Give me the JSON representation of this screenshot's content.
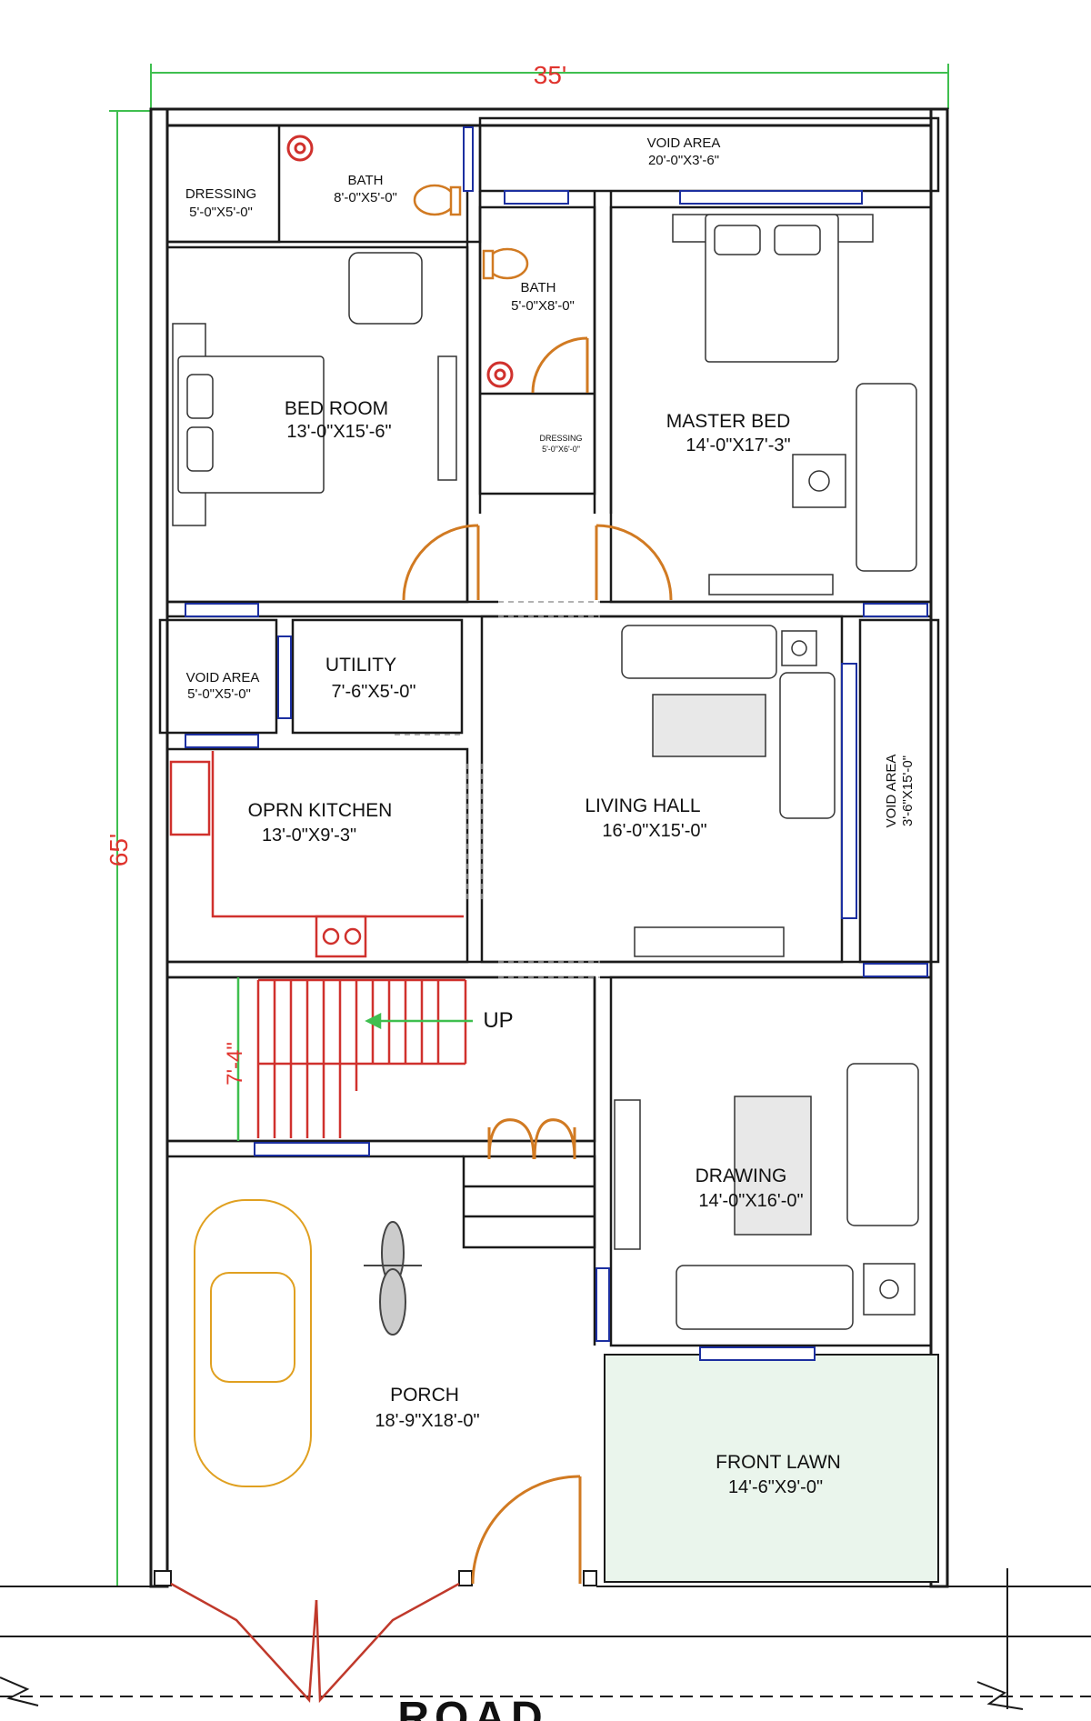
{
  "plan": {
    "overall_width": "35'",
    "overall_depth": "65'",
    "road_label": "ROAD",
    "stair_dim": "7'-4\"",
    "stair_up": "UP"
  },
  "rooms": {
    "dressing1": {
      "name": "DRESSING",
      "dim": "5'-0\"X5'-0\""
    },
    "bath1": {
      "name": "BATH",
      "dim": "8'-0\"X5'-0\""
    },
    "void_top": {
      "name": "VOID AREA",
      "dim": "20'-0\"X3'-6\""
    },
    "bath2": {
      "name": "BATH",
      "dim": "5'-0\"X8'-0\""
    },
    "dressing2": {
      "name": "DRESSING",
      "dim": "5'-0\"X6'-0\""
    },
    "bedroom": {
      "name": "BED ROOM",
      "dim": "13'-0\"X15'-6\""
    },
    "master": {
      "name": "MASTER BED",
      "dim": "14'-0\"X17'-3\""
    },
    "void_left": {
      "name": "VOID AREA",
      "dim": "5'-0\"X5'-0\""
    },
    "utility": {
      "name": "UTILITY",
      "dim": "7'-6\"X5'-0\""
    },
    "kitchen": {
      "name": "OPRN KITCHEN",
      "dim": "13'-0\"X9'-3\""
    },
    "living": {
      "name": "LIVING HALL",
      "dim": "16'-0\"X15'-0\""
    },
    "void_right": {
      "name": "VOID AREA",
      "dim": "3'-6\"X15'-0\""
    },
    "drawing": {
      "name": "DRAWING",
      "dim": "14'-0\"X16'-0\""
    },
    "porch": {
      "name": "PORCH",
      "dim": "18'-9\"X18'-0\""
    },
    "lawn": {
      "name": "FRONT LAWN",
      "dim": "14'-6\"X9'-0\""
    }
  },
  "colors": {
    "wall": "#1a1a1a",
    "dimension_line": "#3fbf4f",
    "dimension_text": "#e0342e",
    "window": "#1c2fa0",
    "door": "#d17a22",
    "fixture": "#d0312d",
    "lawn": "#eaf5ec"
  }
}
